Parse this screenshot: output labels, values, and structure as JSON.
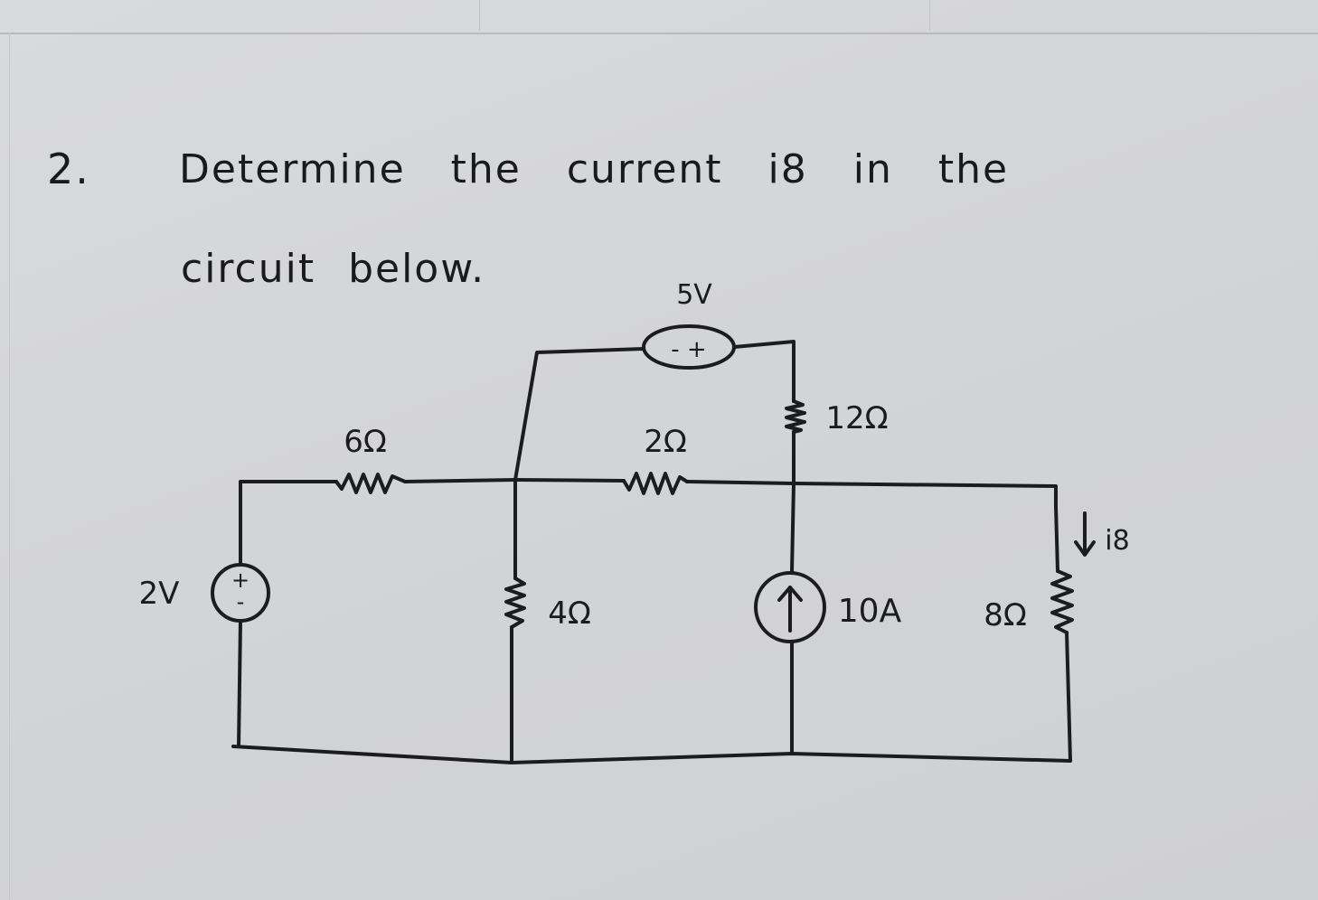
{
  "problem": {
    "number": "2.",
    "line1": "Determine the current i8 in the",
    "line2": "circuit below."
  },
  "circuit": {
    "voltage_source_5v": {
      "label": "5V",
      "polarity": "- +"
    },
    "voltage_source_2v": {
      "label": "2V",
      "polarity": "+ -"
    },
    "resistor_6": {
      "label": "6Ω"
    },
    "resistor_2": {
      "label": "2Ω"
    },
    "resistor_12": {
      "label": "12Ω"
    },
    "resistor_4": {
      "label": "4Ω"
    },
    "resistor_8": {
      "label": "8Ω"
    },
    "current_source": {
      "label": "10A",
      "symbol": "↑"
    },
    "current_i8": {
      "label": "i8",
      "arrow": "↓"
    }
  }
}
